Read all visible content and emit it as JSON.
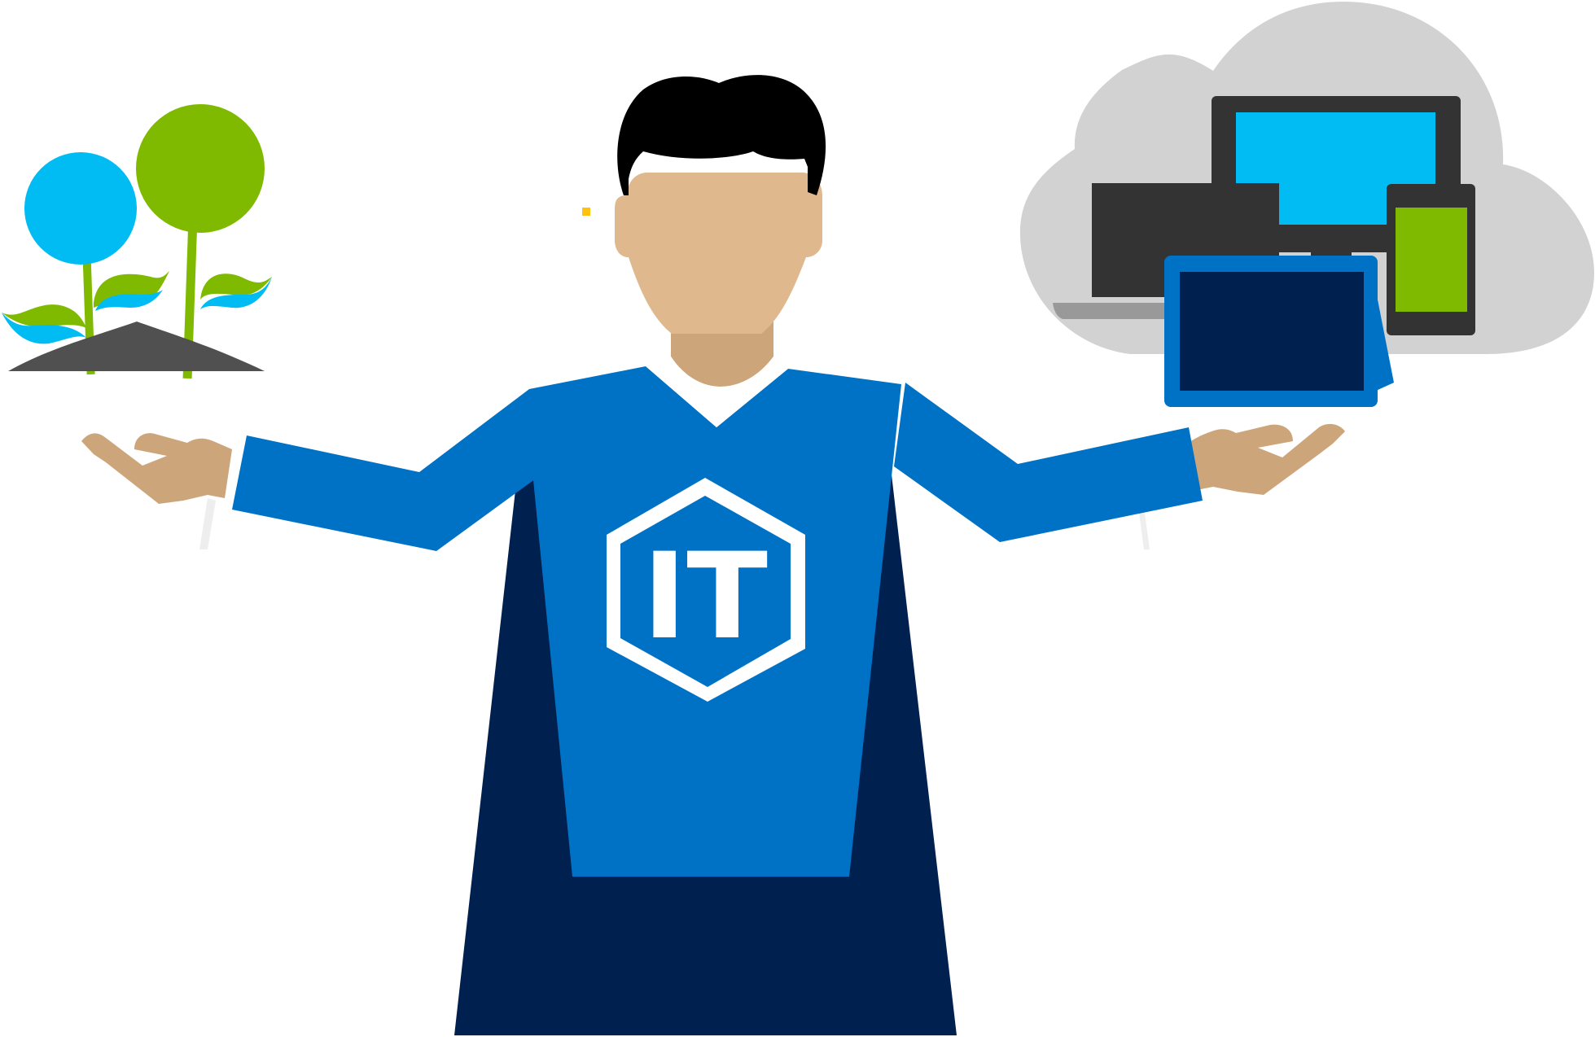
{
  "illustration": {
    "shirt_emblem_text": "IT",
    "subjects": [
      "plant-growth",
      "it-professional-superhero",
      "cloud-devices"
    ]
  },
  "colors": {
    "background": "#ffffff",
    "shirt_blue": "#0072c6",
    "cape_navy": "#002050",
    "skin_light": "#dfb98d",
    "skin_dark": "#cda57a",
    "hair": "#000000",
    "cloud_gray": "#d2d2d2",
    "device_dark": "#333333",
    "device_screen_blue": "#00bcf2",
    "green": "#7fba00",
    "soil": "#505050",
    "accent_yellow": "#ffc20e",
    "laptop_base": "#999999"
  },
  "icons": {
    "emblem": "hexagon-it-badge",
    "left_prop": "sprouting-plant-icon",
    "right_prop": "cloud-devices-icon"
  }
}
